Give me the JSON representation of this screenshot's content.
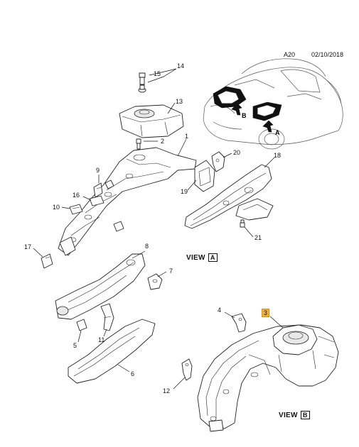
{
  "header": {
    "code": "A20",
    "date": "02/10/2018"
  },
  "views": {
    "a": {
      "prefix": "VIEW",
      "letter": "A"
    },
    "b": {
      "prefix": "VIEW",
      "letter": "B"
    }
  },
  "car_arrows": {
    "a": "A",
    "b": "B"
  },
  "callouts": {
    "c1": "1",
    "c2": "2",
    "c3": "3",
    "c4": "4",
    "c5": "5",
    "c6": "6",
    "c7": "7",
    "c8": "8",
    "c9": "9",
    "c10": "10",
    "c11": "11",
    "c12": "12",
    "c13": "13",
    "c14": "14",
    "c15": "15",
    "c16": "16",
    "c17": "17",
    "c18": "18",
    "c19": "19",
    "c20": "20",
    "c21": "21"
  },
  "colors": {
    "highlight": "#f0b43c",
    "ink": "#111111"
  }
}
